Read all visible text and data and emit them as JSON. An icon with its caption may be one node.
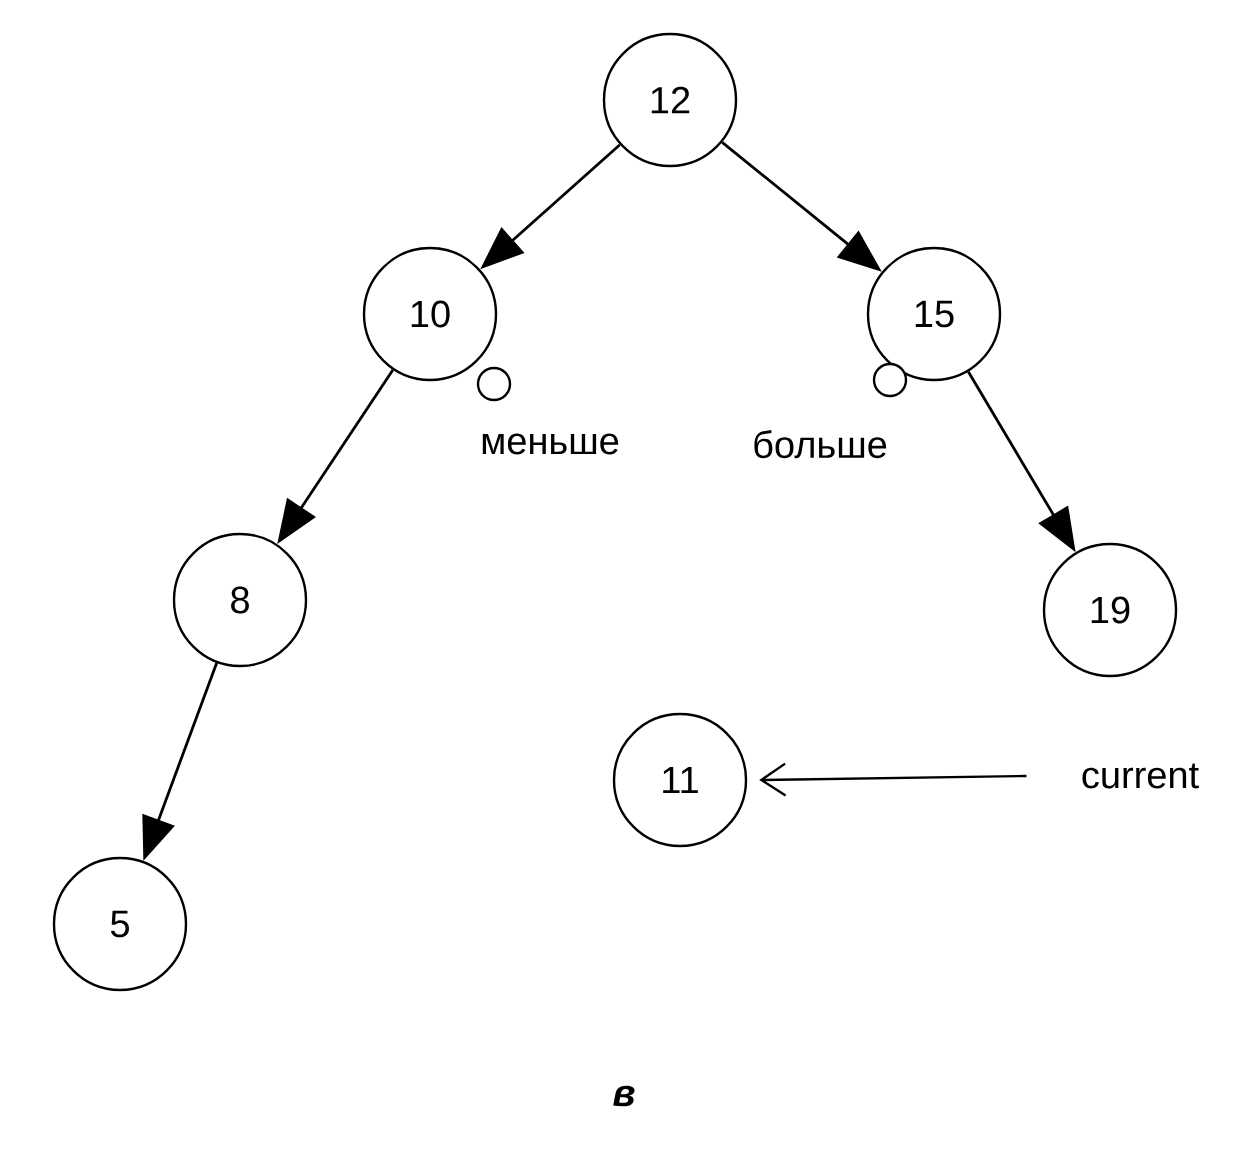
{
  "diagram": {
    "caption": "в",
    "nodes": [
      {
        "text": [
          "12"
        ]
      },
      {
        "text": [
          "10"
        ]
      },
      {
        "text": [
          "15"
        ]
      },
      {
        "text": [],
        "shape": "circle"
      },
      {
        "text": [],
        "shape": "circle"
      },
      {
        "text": [
          "8"
        ]
      },
      {
        "text": [
          "19"
        ]
      },
      {
        "text": [
          "11"
        ]
      },
      {
        "text": [
          "current"
        ]
      },
      {
        "text": [
          "5"
        ]
      }
    ],
    "edges": [
      {
        "from": 0,
        "to": 1,
        "arrow": "to"
      },
      {
        "from": 0,
        "to": 2,
        "arrow": "to"
      },
      {
        "from": 1,
        "to": 5,
        "arrow": "to"
      },
      {
        "from": 2,
        "to": 6,
        "arrow": "to"
      },
      {
        "from": 5,
        "to": 9,
        "arrow": "to"
      },
      {
        "from": 8,
        "to": 7,
        "arrow": "to"
      }
    ],
    "labels": [
      "меньше",
      "больше"
    ]
  }
}
